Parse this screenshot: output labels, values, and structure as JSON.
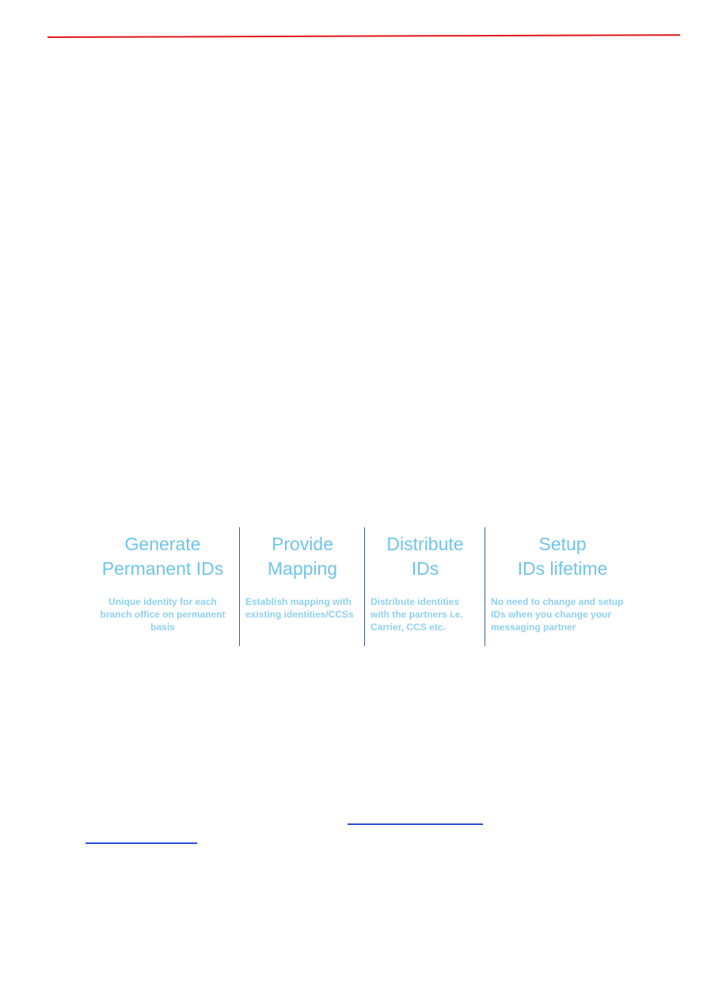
{
  "colors": {
    "header_rule": "#e0181b",
    "title_blue": "#6fc4ea",
    "desc_blue": "#8fd1ef",
    "divider": "#3f5f8a",
    "link": "#2a4fd6"
  },
  "features": [
    {
      "title": "Generate\nPermanent IDs",
      "description": "Unique identity for each\nbranch office on permanent\nbasis"
    },
    {
      "title": "Provide\nMapping",
      "description": "Establish mapping with\nexisting identities/CCSs"
    },
    {
      "title": "Distribute\nIDs",
      "description": "Distribute identities\nwith the partners i.e.\nCarrier, CCS etc."
    },
    {
      "title": "Setup\nIDs lifetime",
      "description": "No need to change and setup\nIDs when you change your\nmessaging partner"
    }
  ]
}
